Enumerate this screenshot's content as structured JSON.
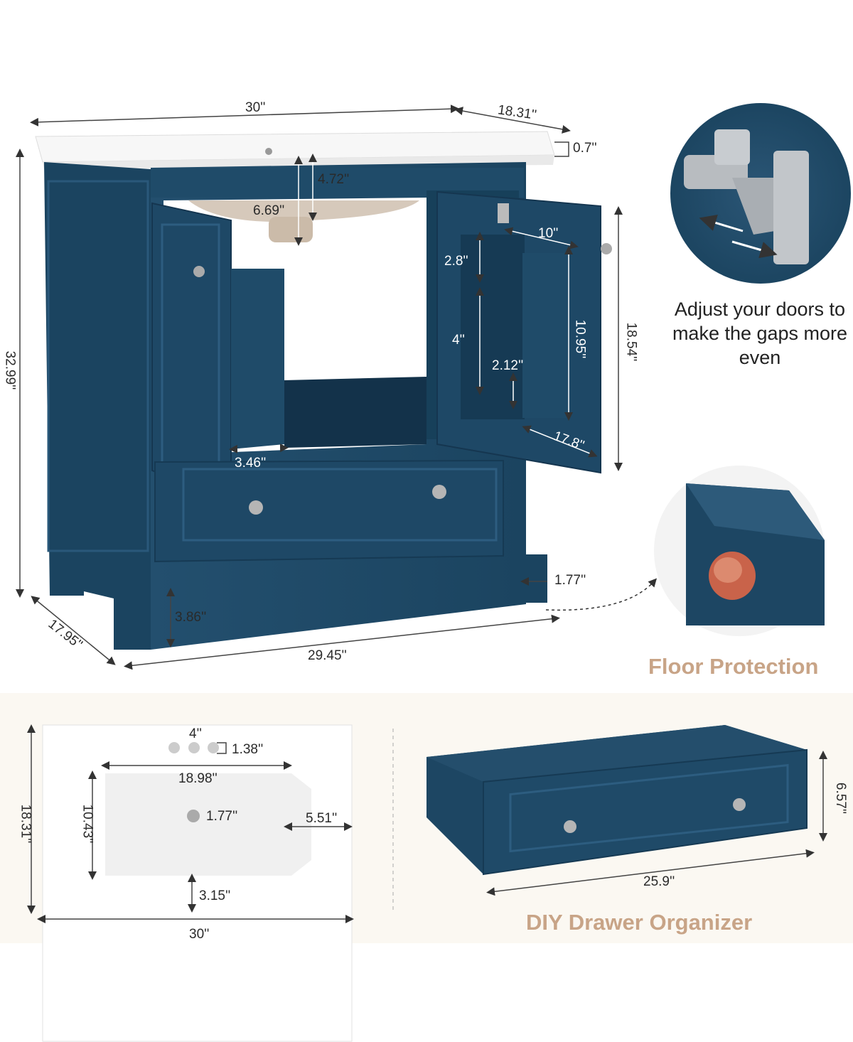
{
  "colors": {
    "cabinet": "#1f4a68",
    "cabinet_dark": "#163a54",
    "accent": "#c8a487",
    "sink": "#ffffff",
    "band": "#fbf8f2"
  },
  "vanity": {
    "width": "30''",
    "depth_top": "18.31''",
    "top_thickness": "0.7''",
    "height": "32.99''",
    "basin_depth": "4.72''",
    "drain_depth": "6.69''",
    "shelf_width": "10''",
    "shelf_gap_top": "2.8''",
    "door_inner_height": "10.95''",
    "cabinet_height": "18.54''",
    "shelf_gap_mid": "4''",
    "shelf_gap_bottom": "2.12''",
    "left_panel_depth": "3.46''",
    "door_width": "17.8''",
    "leg_width": "1.77''",
    "leg_height": "3.86''",
    "base_depth": "17.95''",
    "base_width": "29.45''"
  },
  "hinge_callout": {
    "text": "Adjust your doors to make the gaps more even",
    "icon": "hinge-icon"
  },
  "floor_callout": {
    "label": "Floor Protection",
    "icon": "floor-pad-icon"
  },
  "sink_top": {
    "faucet_spacing": "4''",
    "hole_offset": "1.38''",
    "basin_width": "18.98''",
    "basin_length": "10.43''",
    "drain_size": "1.77''",
    "side_margin": "5.51''",
    "front_margin": "3.15''",
    "depth": "18.31''",
    "width": "30''"
  },
  "drawer": {
    "height": "6.57''",
    "width": "25.9''",
    "label": "DIY Drawer Organizer"
  }
}
